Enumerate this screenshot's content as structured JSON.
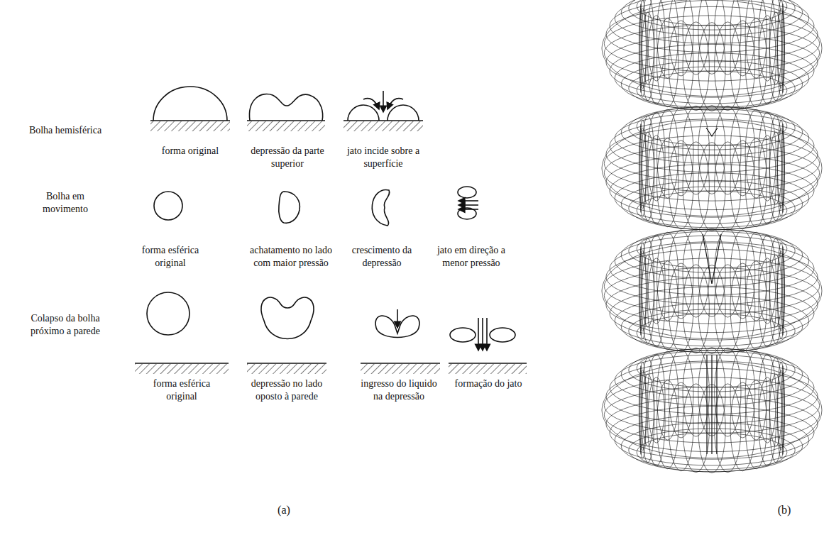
{
  "diagram": {
    "labels": [
      "Bolha hemisférica",
      "forma original",
      "depressão da parte superior",
      "jato incide sobre a superfície",
      "Bolha em movimento",
      "forma esférica original",
      "achatamento no lado com maior pressão",
      "crescimento da depressão",
      "jato em direção a menor pressão",
      "Colapso da bolha próximo a parede",
      "forma esférica original",
      "depressão no lado oposto à parede",
      "ingresso do liquido na depressão",
      "formação do jato",
      "(a)",
      "(b)"
    ]
  }
}
